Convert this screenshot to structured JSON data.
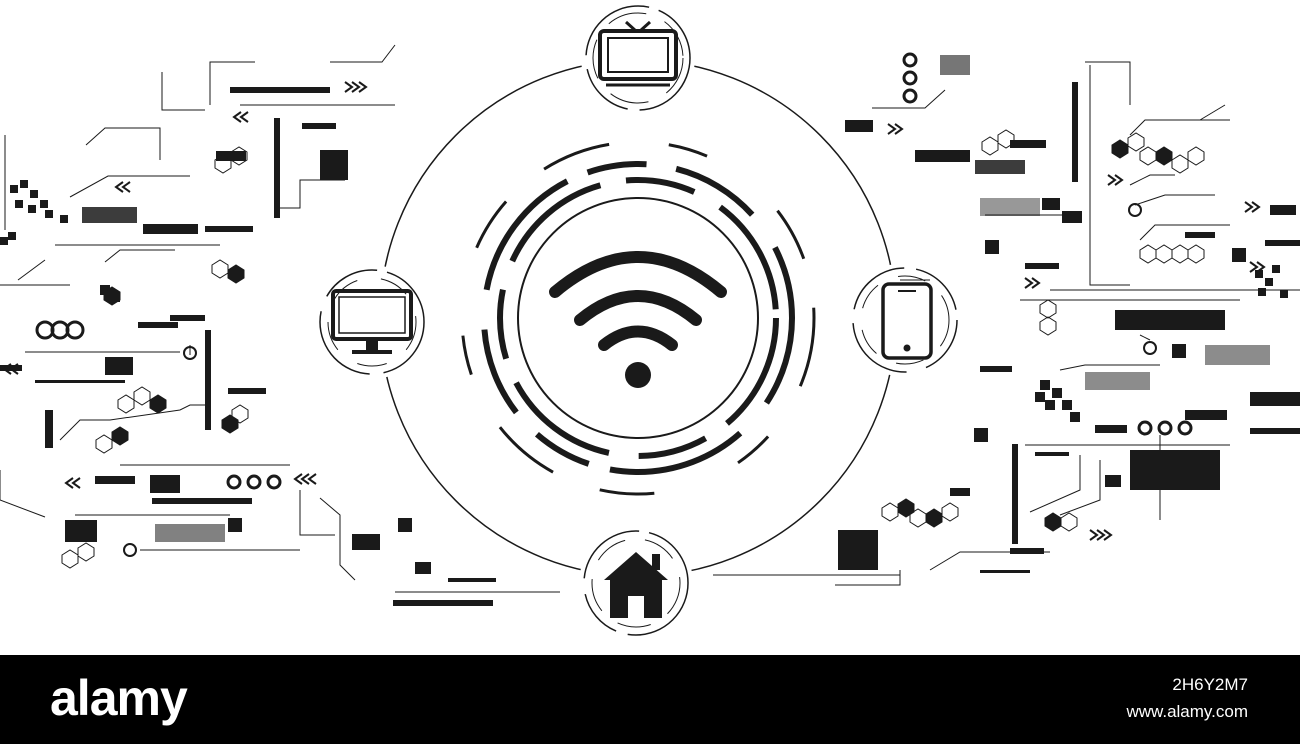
{
  "diagram": {
    "hub": "wifi-icon",
    "devices": [
      "tv-icon",
      "monitor-icon",
      "smartphone-icon",
      "house-icon"
    ],
    "colors": {
      "ink": "#1a1a1a",
      "mid": "#666666",
      "light": "#999999",
      "background": "#ffffff"
    }
  },
  "footer": {
    "brand": "alamy",
    "image_id": "2H6Y2M7",
    "site_url": "www.alamy.com",
    "background": "#000000"
  }
}
